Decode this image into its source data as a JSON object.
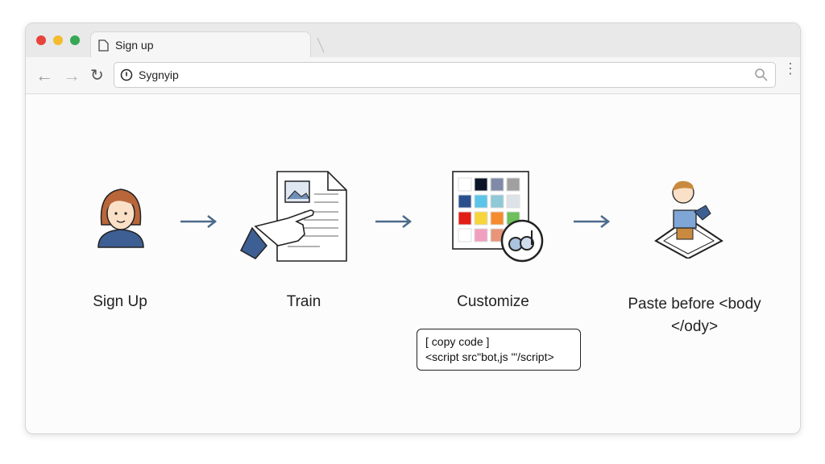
{
  "browser": {
    "tab_title": "Sign up",
    "address": "Sygnyip",
    "colors": {
      "close": "#e8433b",
      "minimize": "#f3bb2d",
      "maximize": "#34a853"
    }
  },
  "steps": [
    {
      "label": "Sign Up"
    },
    {
      "label": "Train"
    },
    {
      "label": "Customize"
    },
    {
      "label": "Paste before <body </ody>"
    }
  ],
  "code_box": {
    "line1": "[  copy code ]",
    "line2": "<script src\"bot,js '\"/script>"
  },
  "palette": [
    "#ffffff",
    "#0b1428",
    "#7f8aa6",
    "#a0a0a0",
    "#2a4f8f",
    "#5cc4e8",
    "#8fc8d6",
    "#dde2e8",
    "#e31c14",
    "#f7d43a",
    "#f58a2e",
    "#6cbf5a",
    "#ffffff",
    "#f0a0be",
    "#e8957a",
    "#ffffff"
  ]
}
